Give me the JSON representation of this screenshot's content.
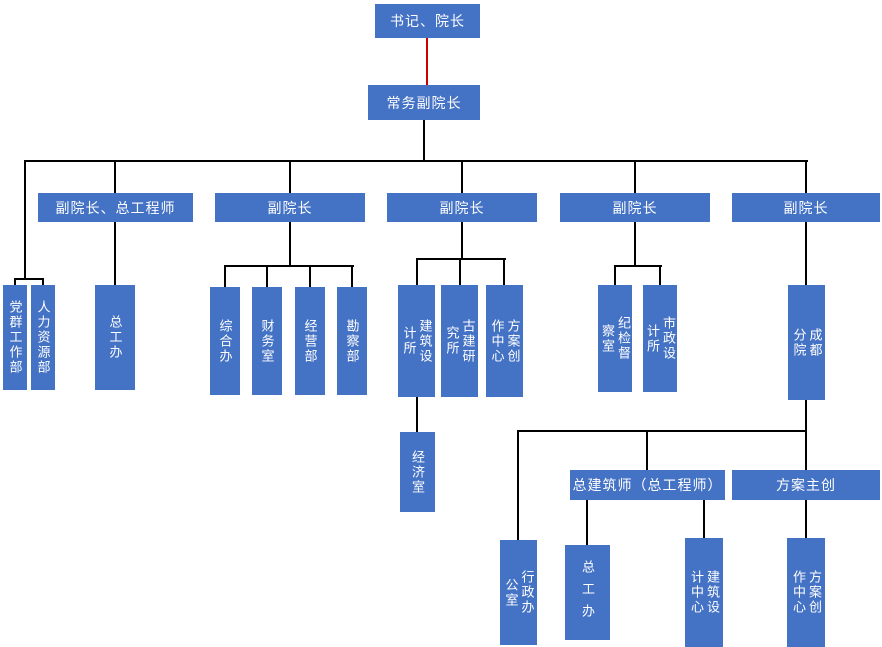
{
  "colors": {
    "box": "#4472C4",
    "text": "#FFFFFF",
    "line": "#000000",
    "root_link": "#CC0000"
  },
  "org": {
    "root": {
      "label": "书记、院长"
    },
    "deputy_root": {
      "label": "常务副院长"
    },
    "staff_departments": [
      {
        "label": "党群工作部"
      },
      {
        "label": "人力资源部"
      }
    ],
    "branches": [
      {
        "head": {
          "label": "副院长、总工程师"
        },
        "children": [
          {
            "label": "总工办"
          }
        ]
      },
      {
        "head": {
          "label": "副院长"
        },
        "children": [
          {
            "label": "综合办"
          },
          {
            "label": "财务室"
          },
          {
            "label": "经营部"
          },
          {
            "label": "勘察部"
          }
        ]
      },
      {
        "head": {
          "label": "副院长"
        },
        "children": [
          {
            "label": "建筑设计所",
            "children": [
              {
                "label": "经济室"
              }
            ]
          },
          {
            "label": "古建研究所"
          },
          {
            "label": "方案创作中心"
          }
        ]
      },
      {
        "head": {
          "label": "副院长"
        },
        "children": [
          {
            "label": "纪检督察室"
          },
          {
            "label": "市政设计所"
          }
        ]
      },
      {
        "head": {
          "label": "副院长"
        },
        "children": [
          {
            "label": "成都分院",
            "children": [
              {
                "label": "行政办公室"
              },
              {
                "label": "总建筑师（总工程师）",
                "children": [
                  {
                    "label": "总工办"
                  },
                  {
                    "label": "建筑设计中心"
                  }
                ]
              },
              {
                "label": "方案主创",
                "children": [
                  {
                    "label": "方案创作中心"
                  }
                ]
              }
            ]
          }
        ]
      }
    ]
  }
}
